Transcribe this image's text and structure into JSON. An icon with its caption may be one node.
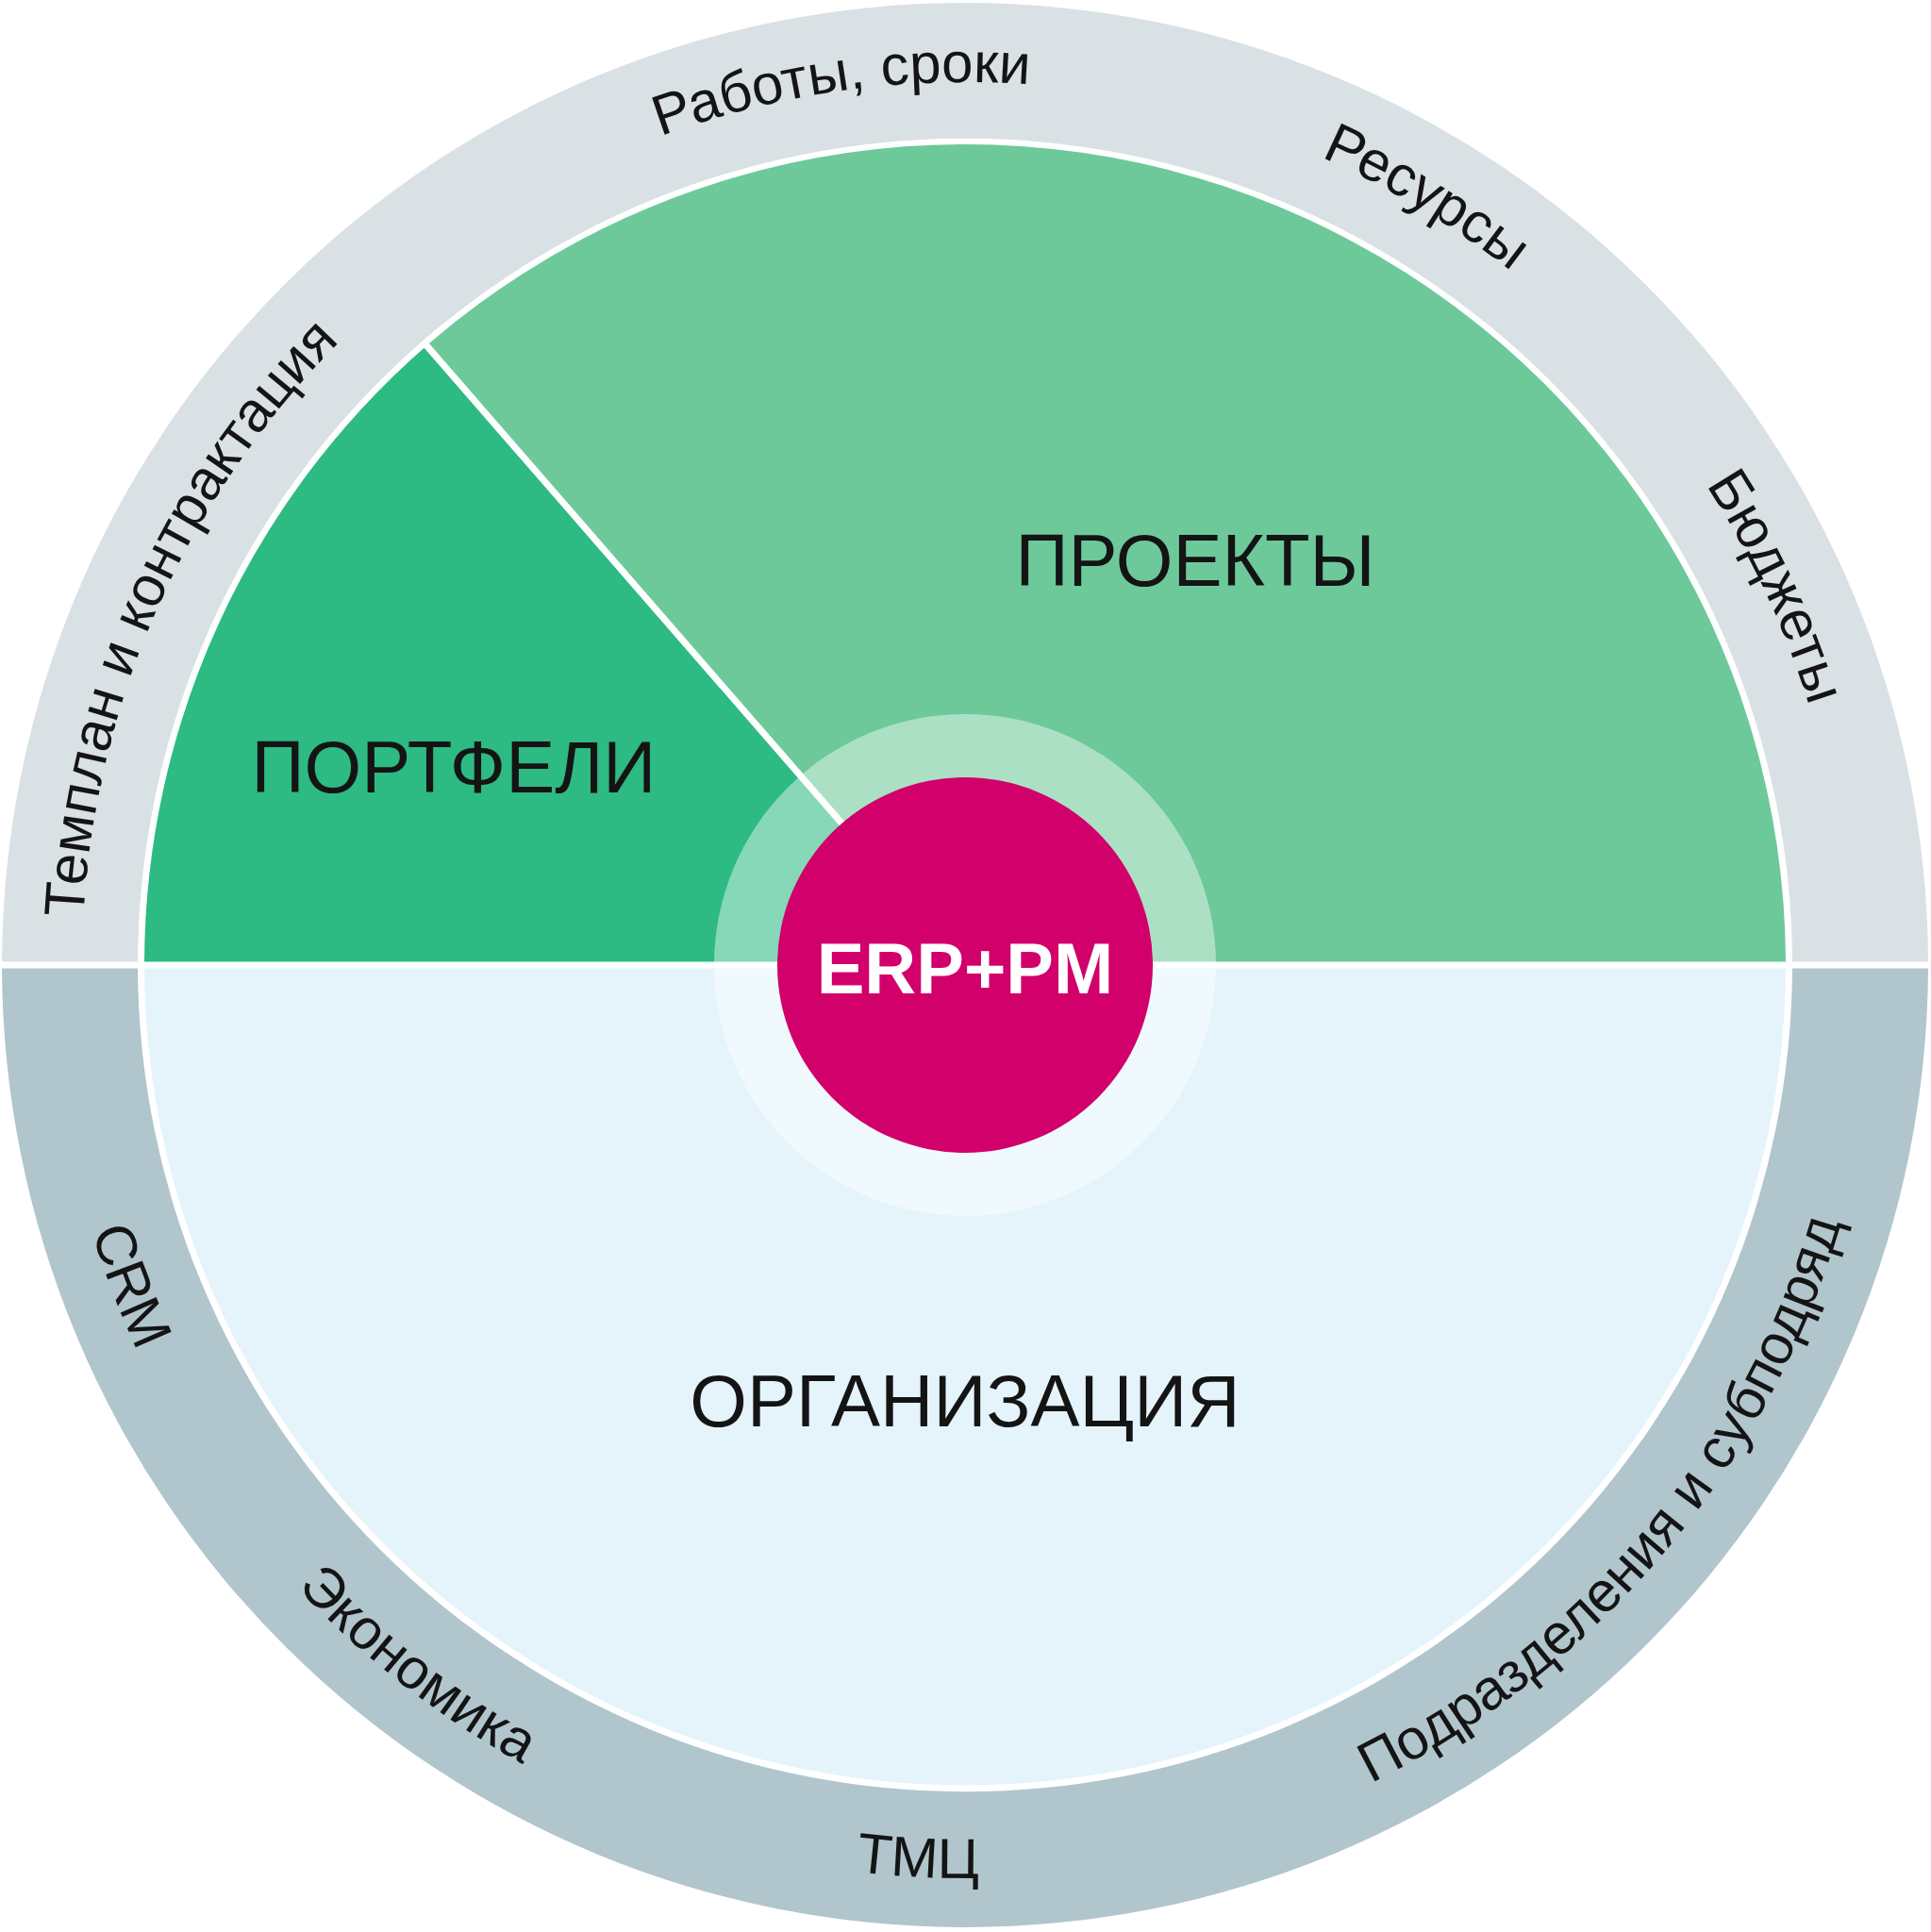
{
  "diagram": {
    "nodes": [
      {
        "text": [
          "Темплан и контрактация",
          "Работы, сроки",
          "Ресурсы",
          "Бюджеты"
        ]
      },
      {
        "text": [
          "ПРОЕКТЫ"
        ]
      },
      {
        "text": [
          "ПОРТФЕЛИ"
        ]
      },
      {
        "text": [
          "ERP+PM"
        ]
      },
      {
        "text": [
          "ОРГАНИЗАЦИЯ"
        ]
      },
      {
        "text": [
          "CRM",
          "Экономика",
          "ТМЦ",
          "Подразделения и субподряд"
        ]
      }
    ]
  }
}
